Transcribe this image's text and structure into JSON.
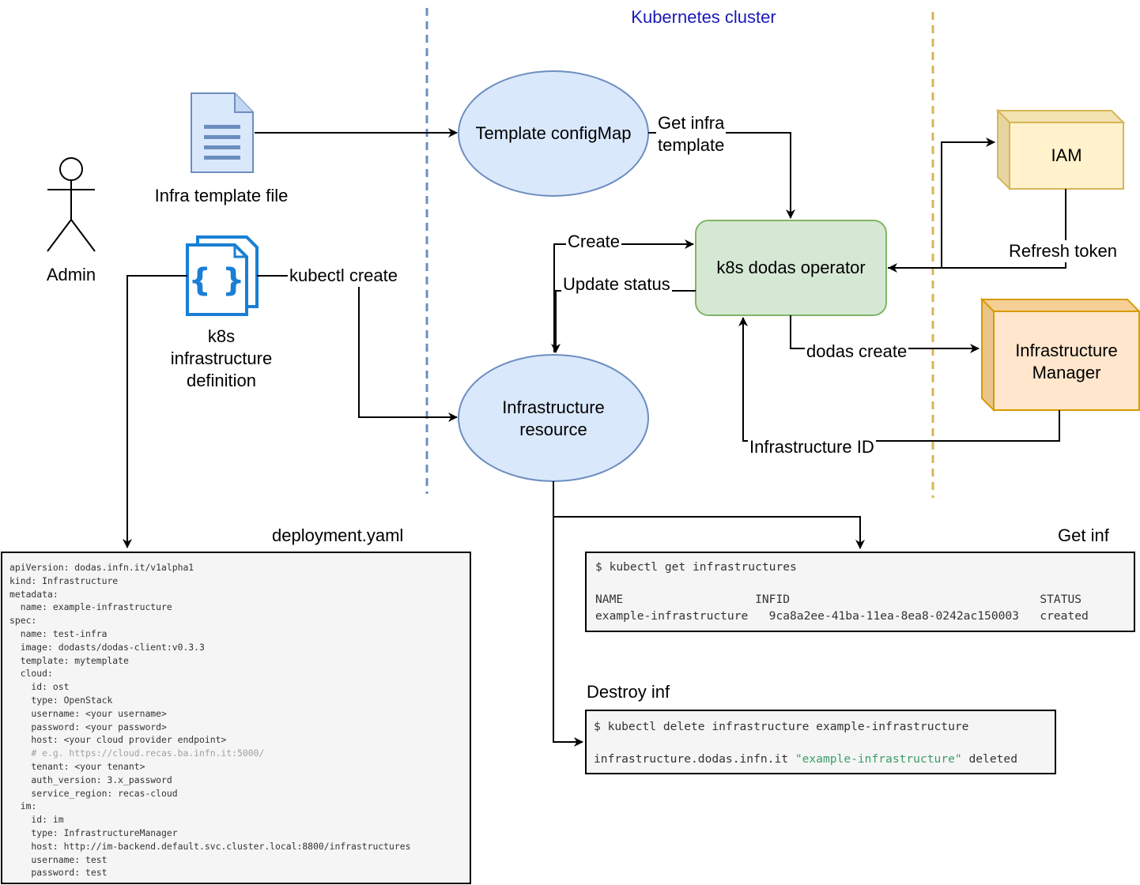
{
  "cluster_title": "Kubernetes cluster",
  "nodes": {
    "admin": "Admin",
    "infra_template_file": "Infra template file",
    "k8s_definition": [
      "k8s",
      "infrastructure",
      "definition"
    ],
    "template_configmap": "Template configMap",
    "infrastructure_resource": [
      "Infrastructure",
      "resource"
    ],
    "operator": "k8s dodas operator",
    "iam": "IAM",
    "infrastructure_manager": [
      "Infrastructure",
      "Manager"
    ]
  },
  "edges": {
    "kubectl_create": "kubectl create",
    "get_infra_template": [
      "Get infra",
      "template"
    ],
    "create": "Create",
    "update_status": "Update status",
    "refresh_token": "Refresh token",
    "dodas_create": "dodas create",
    "infrastructure_id": "Infrastructure ID"
  },
  "deployment": {
    "title": "deployment.yaml",
    "lines": [
      "apiVersion: dodas.infn.it/v1alpha1",
      "kind: Infrastructure",
      "metadata:",
      "  name: example-infrastructure",
      "spec:",
      "  name: test-infra",
      "  image: dodasts/dodas-client:v0.3.3",
      "  template: mytemplate",
      "  cloud:",
      "    id: ost",
      "    type: OpenStack",
      "    username: <your username>",
      "    password: <your password>",
      "    host: <your cloud provider endpoint>",
      "    # e.g. https://cloud.recas.ba.infn.it:5000/",
      "    tenant: <your tenant>",
      "    auth_version: 3.x_password",
      "    service_region: recas-cloud",
      "  im:",
      "    id: im",
      "    type: InfrastructureManager",
      "    host: http://im-backend.default.svc.cluster.local:8800/infrastructures",
      "    username: test",
      "    password: test"
    ]
  },
  "get_inf": {
    "title": "Get inf",
    "command": "$ kubectl get infrastructures",
    "headers": [
      "NAME",
      "INFID",
      "STATUS"
    ],
    "row": [
      "example-infrastructure",
      "9ca8a2ee-41ba-11ea-8ea8-0242ac150003",
      "created"
    ]
  },
  "destroy_inf": {
    "title": "Destroy inf",
    "command": "$ kubectl delete infrastructure example-infrastructure",
    "output_prefix": "infrastructure.dodas.infn.it ",
    "output_name": "\"example-infrastructure\"",
    "output_suffix": " deleted"
  },
  "colors": {
    "ellipse_fill": "#dae8fc",
    "ellipse_stroke": "#6c8ebf",
    "operator_fill": "#d5e8d4",
    "operator_stroke": "#82b366",
    "iam_fill": "#fff2cc",
    "iam_stroke": "#d6b656",
    "im_fill": "#ffe6cc",
    "im_stroke": "#d79b00",
    "left_divider": "#6c8ebf",
    "right_divider": "#d6b656",
    "cluster_title": "#1a1ab8",
    "icon_blue": "#1a7fd4"
  }
}
